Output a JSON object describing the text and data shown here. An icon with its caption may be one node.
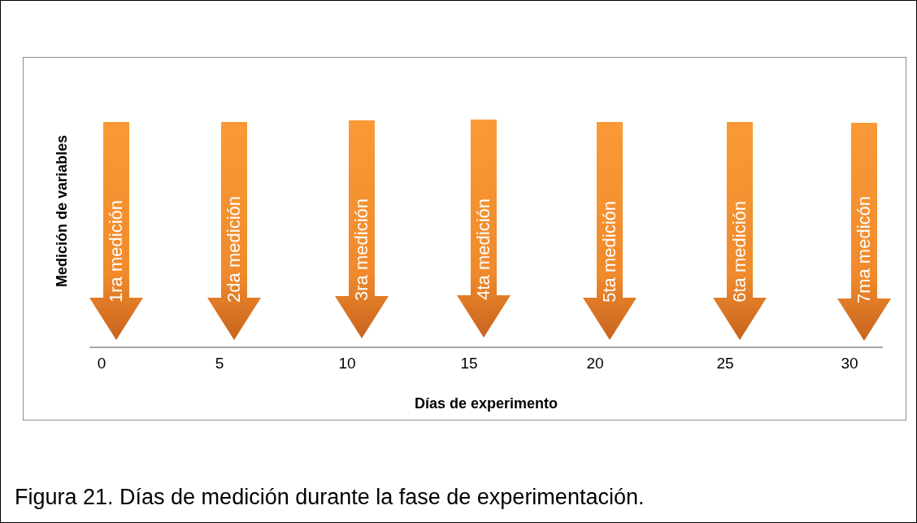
{
  "diagram": {
    "caption": "Figura 21. Días de medición durante la fase de experimentación.",
    "nodes": [
      {
        "text": [
          "1ra medición"
        ]
      },
      {
        "text": [
          "2da medición"
        ]
      },
      {
        "text": [
          "3ra medición"
        ]
      },
      {
        "text": [
          "4ta medición"
        ]
      },
      {
        "text": [
          "5ta medición"
        ]
      },
      {
        "text": [
          "6ta medición"
        ]
      },
      {
        "text": [
          "7ma medicón"
        ]
      }
    ],
    "edges": [],
    "labels": [
      "Medición de variables",
      "0",
      "5",
      "10",
      "15",
      "20",
      "25",
      "30",
      "Días de experimento"
    ]
  }
}
